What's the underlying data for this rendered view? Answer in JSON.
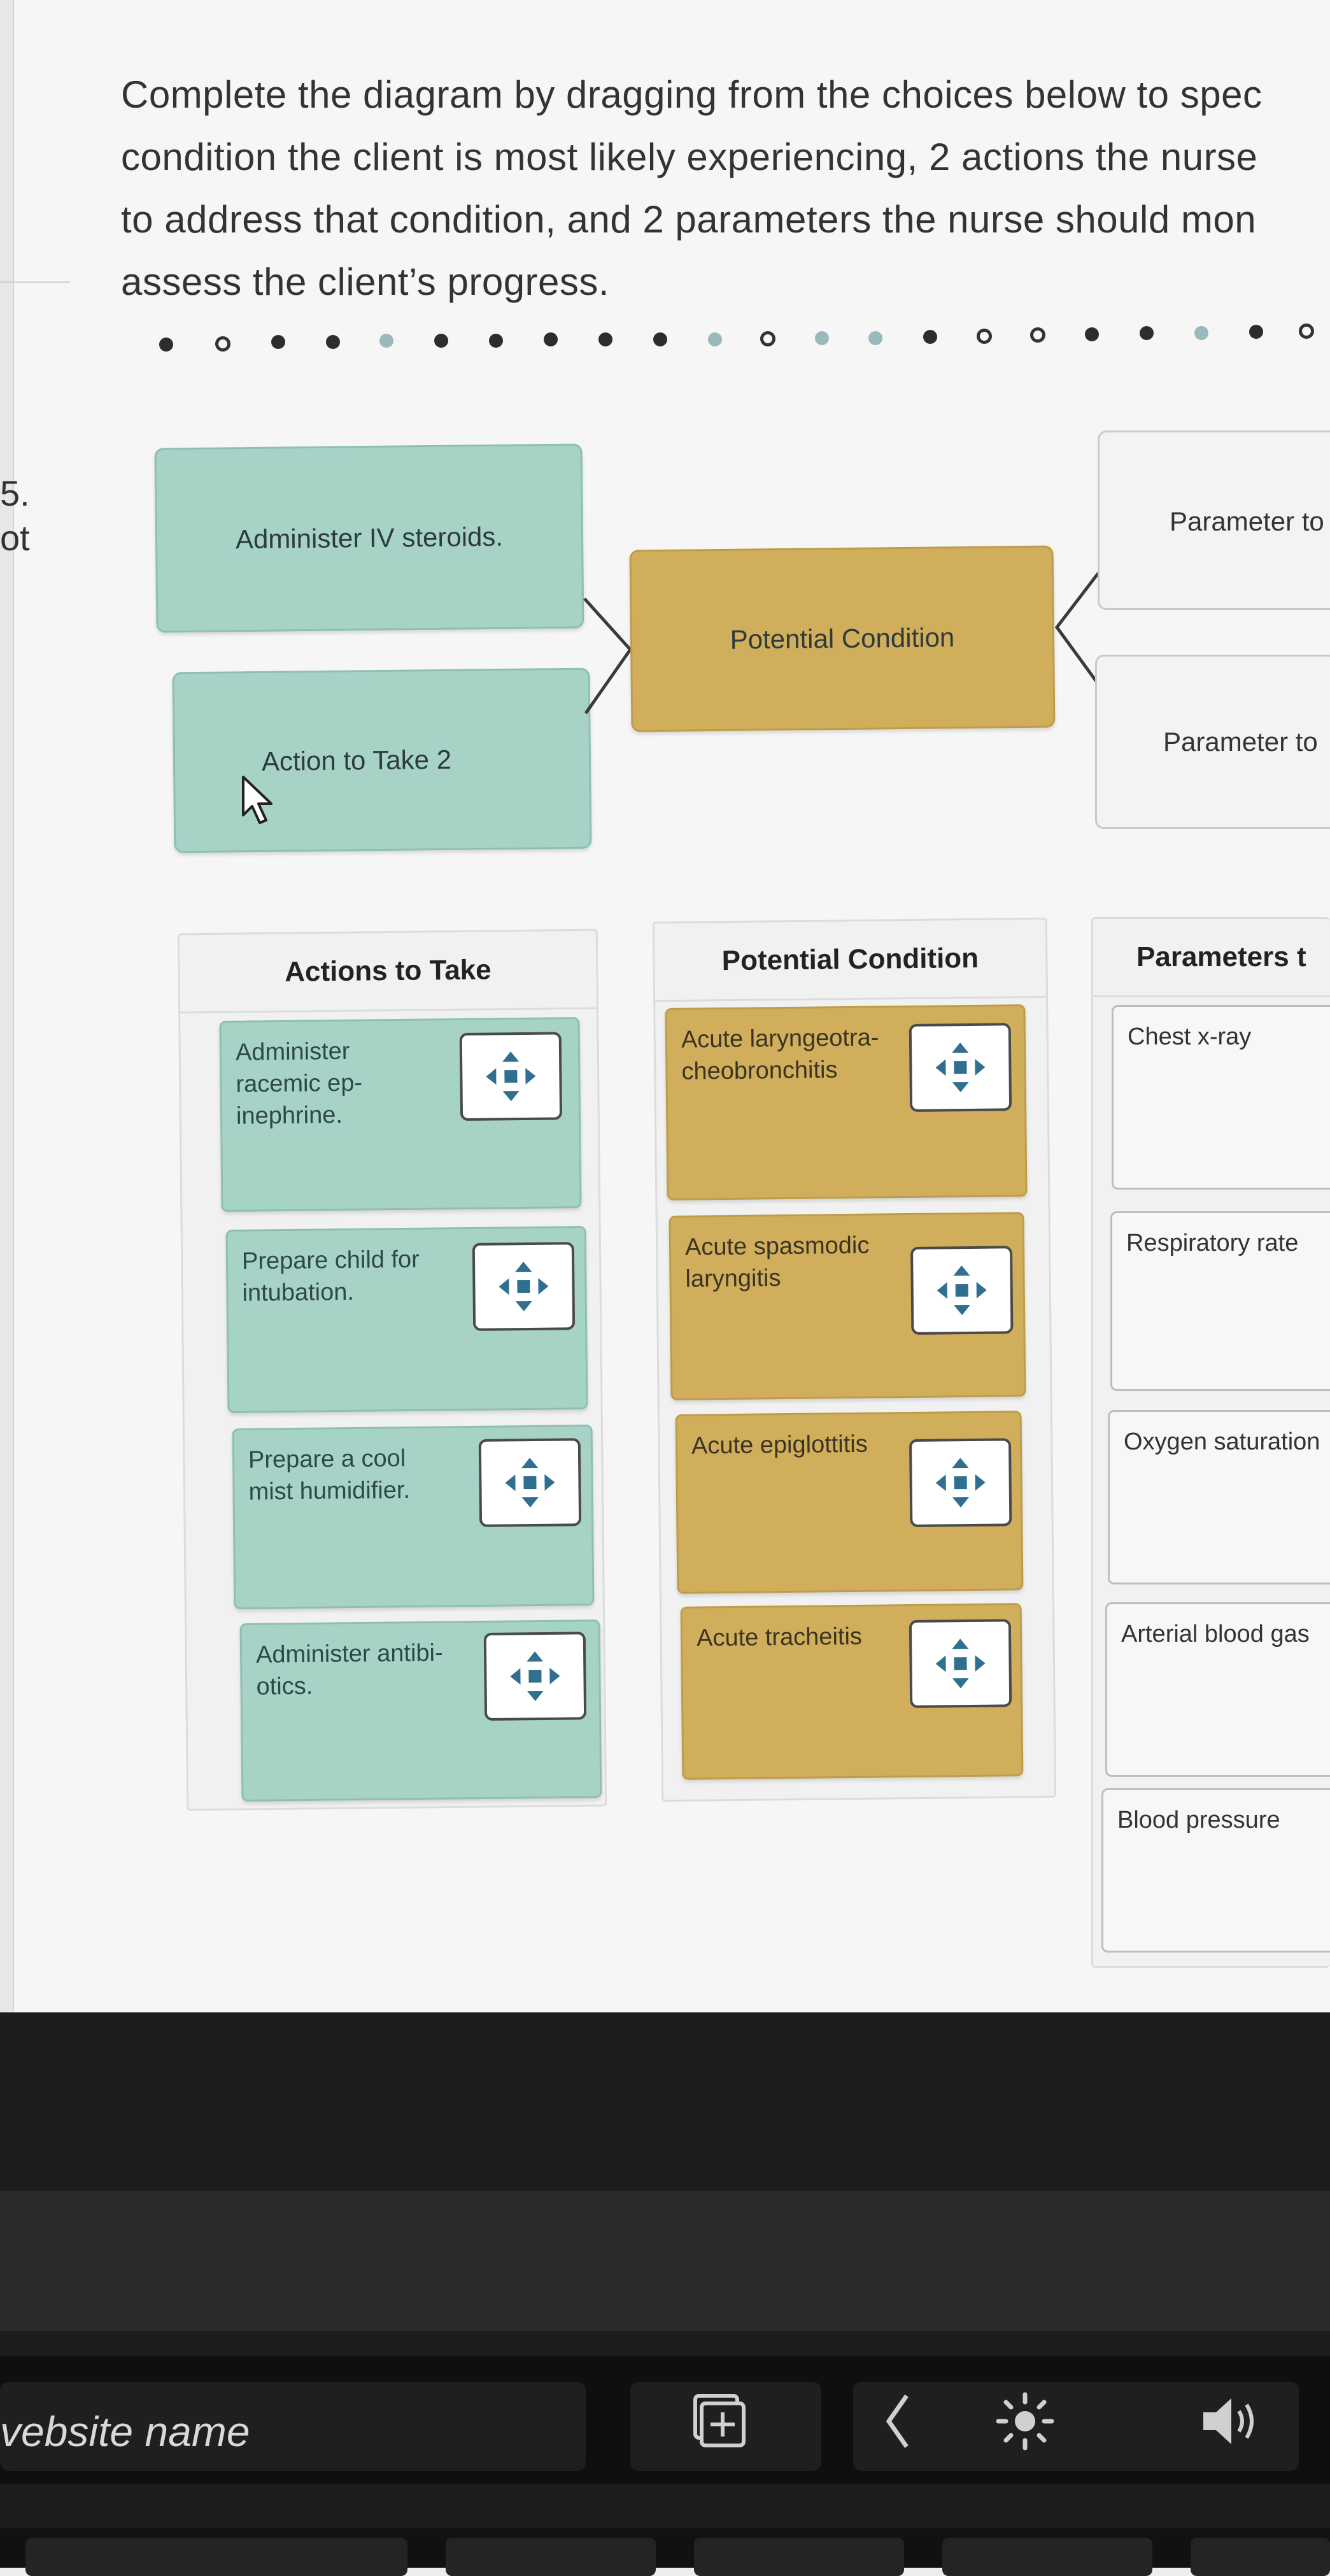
{
  "instructions": "Complete the diagram by dragging from the choices below to spec\ncondition the client is most likely experiencing, 2 actions the nurse\nto address that condition, and 2 parameters the nurse should mon\nassess the client’s progress.",
  "left_marks": "5.\not",
  "diagram": {
    "action1": "Administer IV steroids.",
    "action2": "Action to Take 2",
    "condition": "Potential Condition",
    "param1": "Parameter to",
    "param2": "Parameter to"
  },
  "bins": {
    "actions": {
      "header": "Actions to Take",
      "items": [
        "Administer\nracemic ep-\ninephrine.",
        "Prepare child for\nintubation.",
        "Prepare a cool\nmist humidifier.",
        "Administer antibi-\notics."
      ]
    },
    "conditions": {
      "header": "Potential Condition",
      "items": [
        "Acute laryngeotra-\ncheobronchitis",
        "Acute spasmodic\nlaryngitis",
        "Acute epiglottitis",
        "Acute tracheitis"
      ]
    },
    "parameters": {
      "header": "Parameters t",
      "items": [
        "Chest x-ray",
        "Respiratory rate",
        "Oxygen saturation",
        "Arterial blood gas",
        "Blood pressure"
      ]
    }
  },
  "touchbar": {
    "label": "vebsite name",
    "icons": [
      "new-tab-icon",
      "back-chevron-icon",
      "brightness-icon",
      "volume-icon"
    ]
  },
  "colors": {
    "teal": "#a7d3c7",
    "gold": "#d1ae5c",
    "move_arrows": "#2f6f8f"
  }
}
